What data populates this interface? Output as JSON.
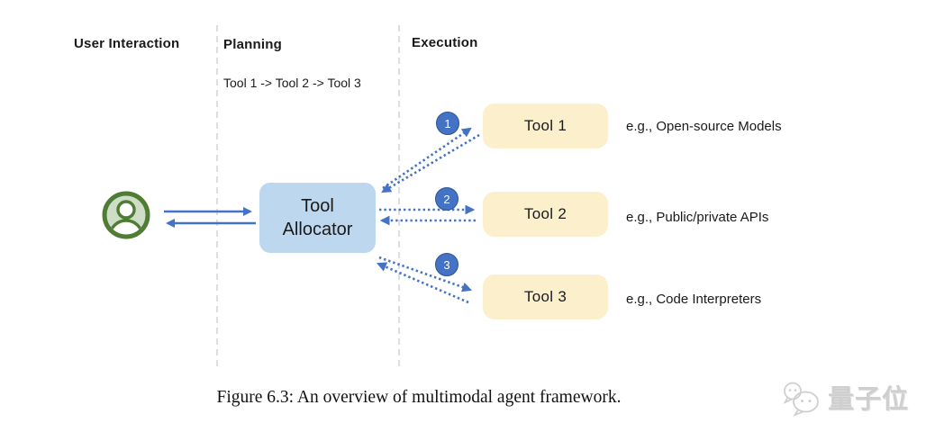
{
  "sections": [
    {
      "label": "User Interaction"
    },
    {
      "label": "Planning"
    },
    {
      "label": "Execution"
    }
  ],
  "planning": {
    "plan_text": "Tool 1 -> Tool 2 -> Tool 3"
  },
  "allocator": {
    "label": "Tool Allocator"
  },
  "tools": [
    {
      "badge": "1",
      "label": "Tool 1",
      "example": "e.g., Open-source Models"
    },
    {
      "badge": "2",
      "label": "Tool 2",
      "example": "e.g., Public/private APIs"
    },
    {
      "badge": "3",
      "label": "Tool 3",
      "example": "e.g., Code Interpreters"
    }
  ],
  "caption": {
    "text": "Figure 6.3: An overview of multimodal agent framework."
  },
  "watermark": {
    "text": "量子位",
    "icon": "chat-bubbles-icon"
  },
  "icons": {
    "user": "user-avatar-icon",
    "watermark": "chat-bubbles-icon"
  },
  "colors": {
    "accent_blue": "#4472C4",
    "allocator_fill": "#BDD7EE",
    "tool_fill": "#FCF0CC",
    "badge_fill": "#4472C4",
    "badge_border": "#2F5597",
    "divider_gray": "#DBDBDB",
    "icon_green": "#4F7D33",
    "icon_green_light": "#CEDDC6",
    "text_dark": "#1A1A1A",
    "watermark_gray": "#CFCFCF"
  }
}
